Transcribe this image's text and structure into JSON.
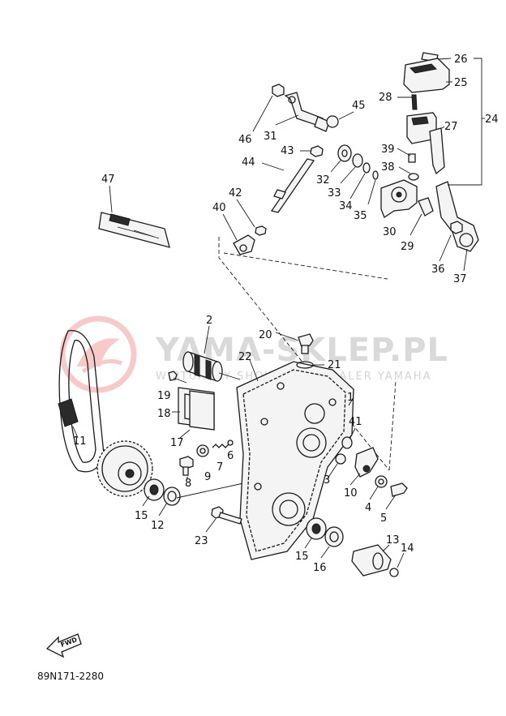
{
  "watermark": {
    "brand": "YAMA-SKLEP.PL",
    "tagline": "WIRTUALNY SHOWROOM DEALER YAMAHA"
  },
  "diagram": {
    "code": "89N171-2280",
    "fwd_label": "FWD",
    "labels": [
      "1",
      "2",
      "3",
      "4",
      "5",
      "6",
      "7",
      "8",
      "9",
      "10",
      "11",
      "12",
      "13",
      "14",
      "15",
      "15",
      "16",
      "17",
      "18",
      "19",
      "20",
      "21",
      "22",
      "23",
      "24",
      "25",
      "26",
      "27",
      "28",
      "29",
      "30",
      "31",
      "32",
      "33",
      "34",
      "35",
      "36",
      "37",
      "38",
      "39",
      "40",
      "41",
      "42",
      "43",
      "44",
      "45",
      "46",
      "47"
    ]
  },
  "colors": {
    "line": "#1a1a1a",
    "watermark_logo": "#f0a0a0",
    "watermark_text": "#d9d9d9"
  }
}
